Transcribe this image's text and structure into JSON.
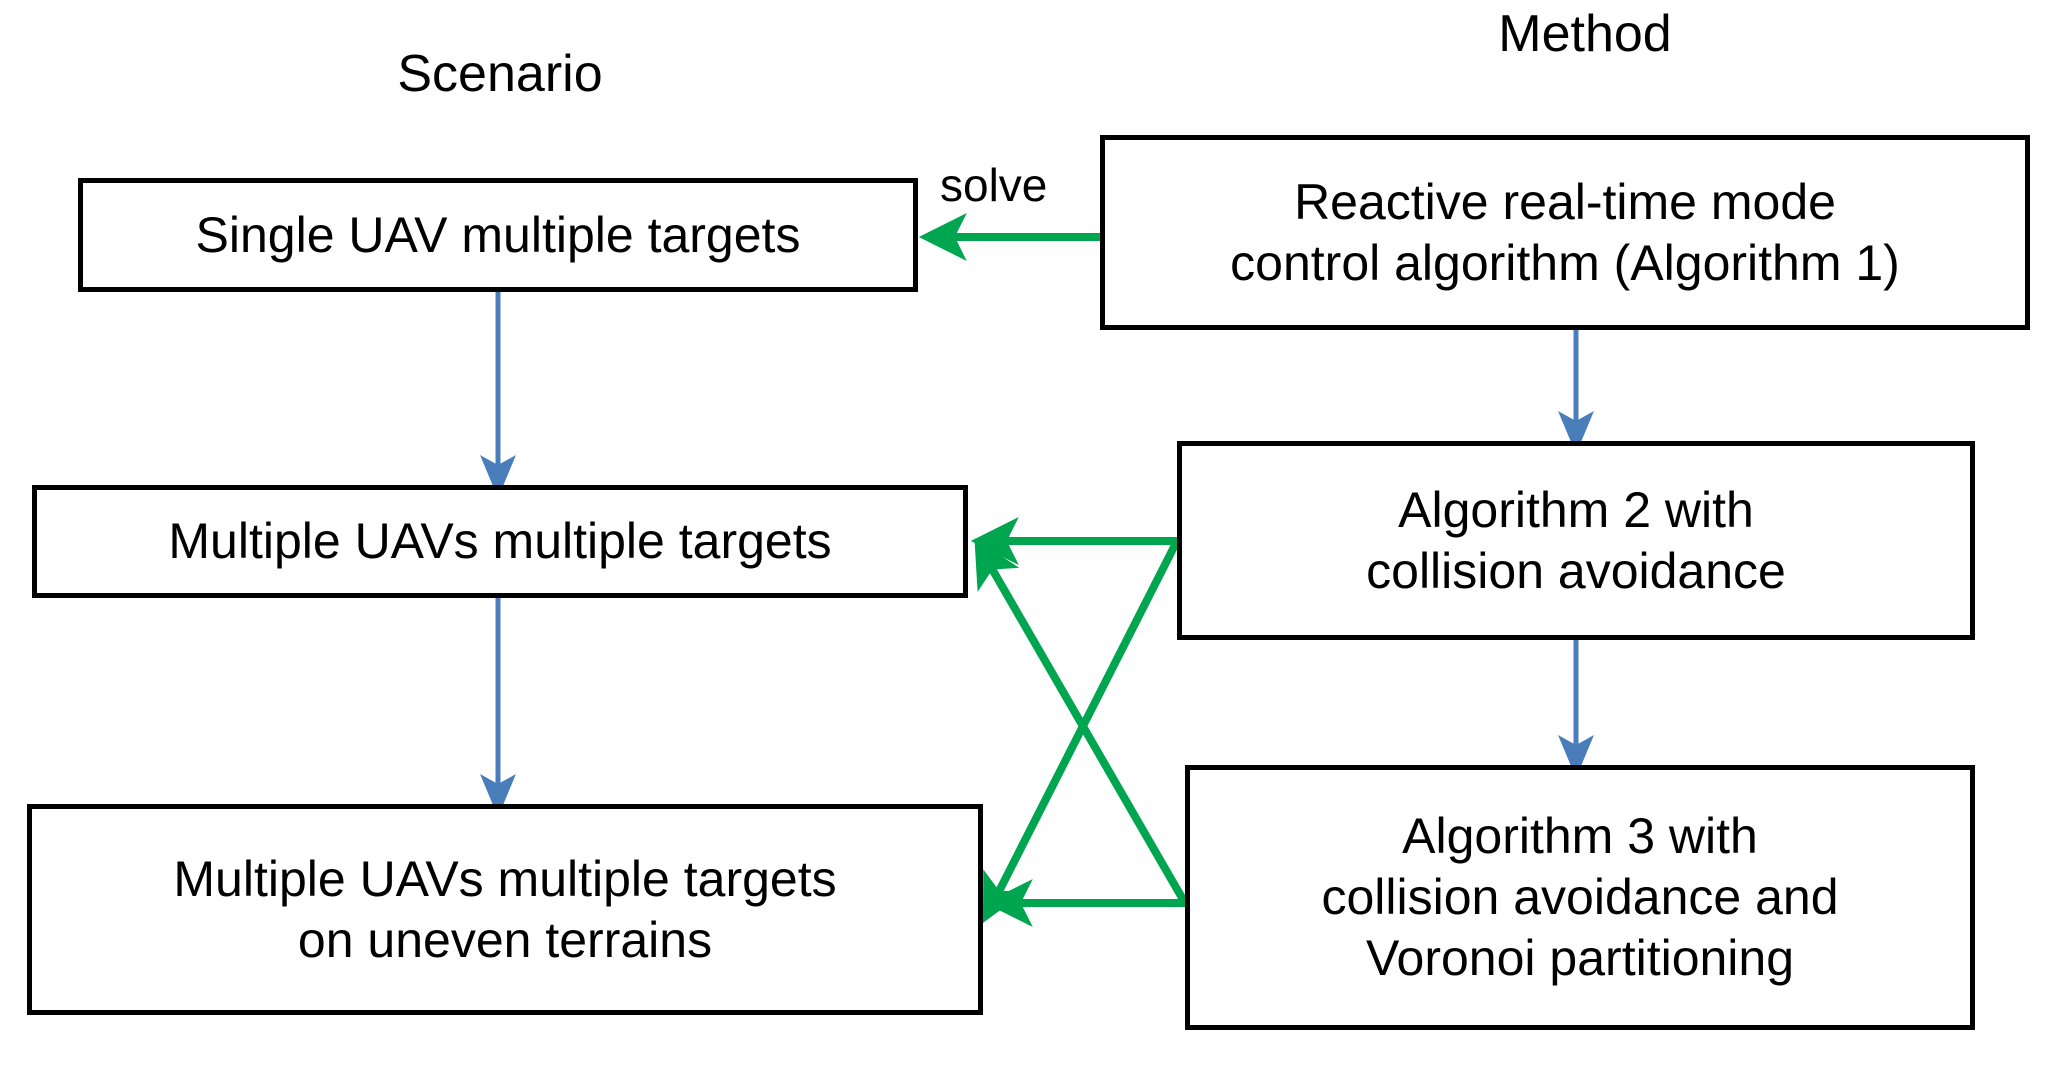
{
  "figure": {
    "type": "flow-diagram",
    "background": "#ffffff",
    "columns": [
      {
        "id": "scenario",
        "title": "Scenario"
      },
      {
        "id": "method",
        "title": "Method"
      }
    ]
  },
  "colors": {
    "box_border": "#000000",
    "box_fill": "#ffffff",
    "text": "#000000",
    "scenario_arrow": "#4A7EBB",
    "method_arrow": "#4A7EBB",
    "solve_arrow": "#00A550",
    "mapping_arrow": "#00A550"
  },
  "scenario_nodes": [
    {
      "id": "s1",
      "label": "Single UAV multiple targets"
    },
    {
      "id": "s2",
      "label": "Multiple UAVs multiple targets"
    },
    {
      "id": "s3",
      "label": "Multiple UAVs multiple targets\non uneven terrains"
    }
  ],
  "method_nodes": [
    {
      "id": "m1",
      "label": "Reactive real-time mode\ncontrol algorithm (Algorithm 1)"
    },
    {
      "id": "m2",
      "label": "Algorithm 2 with\ncollision avoidance"
    },
    {
      "id": "m3",
      "label": "Algorithm 3 with\ncollision avoidance and\nVoronoi partitioning"
    }
  ],
  "edge_labels": [
    {
      "id": "solve",
      "text": "solve"
    }
  ],
  "edges": [
    {
      "id": "s1-to-s2",
      "from": "s1",
      "to": "s2",
      "color": "#4A7EBB",
      "style": "vertical-arrow"
    },
    {
      "id": "s2-to-s3",
      "from": "s2",
      "to": "s3",
      "color": "#4A7EBB",
      "style": "vertical-arrow"
    },
    {
      "id": "m1-to-m2",
      "from": "m1",
      "to": "m2",
      "color": "#4A7EBB",
      "style": "vertical-arrow"
    },
    {
      "id": "m2-to-m3",
      "from": "m2",
      "to": "m3",
      "color": "#4A7EBB",
      "style": "vertical-arrow"
    },
    {
      "id": "m1-to-s1",
      "from": "m1",
      "to": "s1",
      "color": "#00A550",
      "style": "horizontal-arrow",
      "label": "solve"
    },
    {
      "id": "m2-to-s2",
      "from": "m2",
      "to": "s2",
      "color": "#00A550",
      "style": "horizontal-arrow"
    },
    {
      "id": "m2-to-s3",
      "from": "m2",
      "to": "s3",
      "color": "#00A550",
      "style": "diagonal-arrow"
    },
    {
      "id": "m3-to-s2",
      "from": "m3",
      "to": "s2",
      "color": "#00A550",
      "style": "diagonal-arrow"
    },
    {
      "id": "m3-to-s3",
      "from": "m3",
      "to": "s3",
      "color": "#00A550",
      "style": "horizontal-arrow"
    }
  ]
}
